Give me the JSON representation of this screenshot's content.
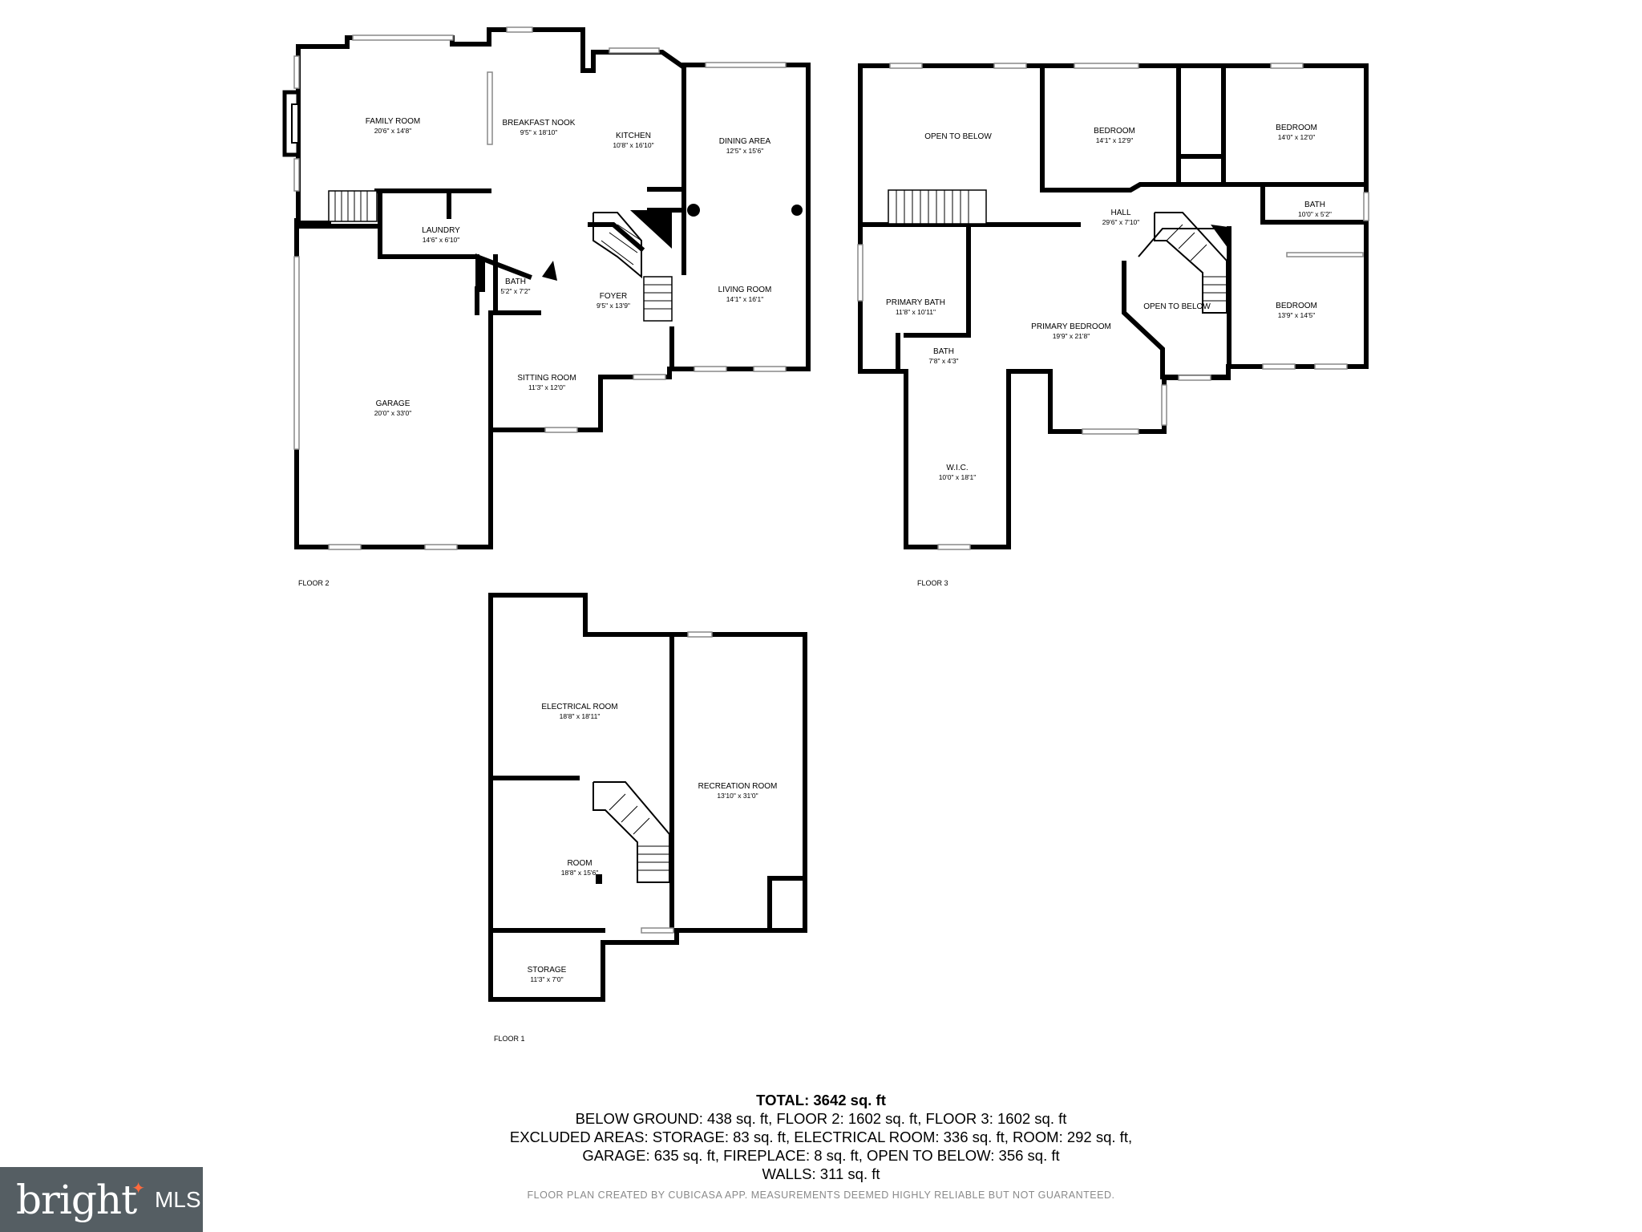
{
  "floors": [
    {
      "id": "floor2",
      "label": "FLOOR 2"
    },
    {
      "id": "floor3",
      "label": "FLOOR 3"
    },
    {
      "id": "floor1",
      "label": "FLOOR 1"
    }
  ],
  "rooms": {
    "family_room": {
      "name": "FAMILY ROOM",
      "dims": "20'6\" x 14'8\""
    },
    "breakfast_nook": {
      "name": "BREAKFAST NOOK",
      "dims": "9'5\" x 18'10\""
    },
    "kitchen": {
      "name": "KITCHEN",
      "dims": "10'8\" x 16'10\""
    },
    "dining_area": {
      "name": "DINING AREA",
      "dims": "12'5\" x 15'6\""
    },
    "laundry": {
      "name": "LAUNDRY",
      "dims": "14'6\" x 6'10\""
    },
    "bath_f2": {
      "name": "BATH",
      "dims": "5'2\" x 7'2\""
    },
    "foyer": {
      "name": "FOYER",
      "dims": "9'5\" x 13'9\""
    },
    "living_room": {
      "name": "LIVING ROOM",
      "dims": "14'1\" x 16'1\""
    },
    "sitting_room": {
      "name": "SITTING ROOM",
      "dims": "11'3\" x 12'0\""
    },
    "garage": {
      "name": "GARAGE",
      "dims": "20'0\" x 33'0\""
    },
    "open_to_below_1": {
      "name": "OPEN TO BELOW",
      "dims": ""
    },
    "bedroom_a": {
      "name": "BEDROOM",
      "dims": "14'1\" x 12'9\""
    },
    "bedroom_b": {
      "name": "BEDROOM",
      "dims": "14'0\" x 12'0\""
    },
    "hall": {
      "name": "HALL",
      "dims": "29'6\" x 7'10\""
    },
    "bath_f3_a": {
      "name": "BATH",
      "dims": "10'0\" x 5'2\""
    },
    "primary_bath": {
      "name": "PRIMARY BATH",
      "dims": "11'8\" x 10'11\""
    },
    "primary_bedroom": {
      "name": "PRIMARY BEDROOM",
      "dims": "19'9\" x 21'8\""
    },
    "open_to_below_2": {
      "name": "OPEN TO BELOW",
      "dims": ""
    },
    "bedroom_c": {
      "name": "BEDROOM",
      "dims": "13'9\" x 14'5\""
    },
    "bath_f3_b": {
      "name": "BATH",
      "dims": "7'8\" x 4'3\""
    },
    "wic": {
      "name": "W.I.C.",
      "dims": "10'0\" x 18'1\""
    },
    "electrical_room": {
      "name": "ELECTRICAL ROOM",
      "dims": "18'8\" x 18'11\""
    },
    "recreation_room": {
      "name": "RECREATION ROOM",
      "dims": "13'10\" x 31'0\""
    },
    "room": {
      "name": "ROOM",
      "dims": "18'8\" x 15'6\""
    },
    "storage": {
      "name": "STORAGE",
      "dims": "11'3\" x 7'0\""
    }
  },
  "summary": {
    "total": "TOTAL: 3642 sq. ft",
    "line1": "BELOW GROUND: 438 sq. ft, FLOOR 2: 1602 sq. ft, FLOOR 3: 1602 sq. ft",
    "line2": "EXCLUDED AREAS: STORAGE: 83 sq. ft, ELECTRICAL ROOM: 336 sq. ft, ROOM: 292 sq. ft,",
    "line3": "GARAGE: 635 sq. ft, FIREPLACE: 8 sq. ft, OPEN TO BELOW: 356 sq. ft",
    "line4": "WALLS: 311 sq. ft"
  },
  "disclaimer": "FLOOR PLAN CREATED BY CUBICASA APP. MEASUREMENTS DEEMED HIGHLY RELIABLE BUT NOT GUARANTEED.",
  "logo": {
    "word": "bright",
    "suffix": "MLS"
  }
}
